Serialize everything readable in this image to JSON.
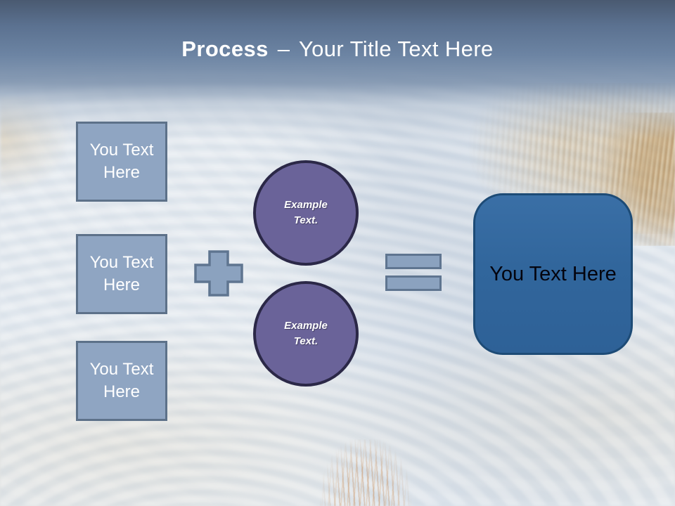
{
  "slide": {
    "title": {
      "emphasis": "Process",
      "separator": "–",
      "text": "Your Title Text Here"
    }
  },
  "diagram": {
    "input_boxes": [
      {
        "label": "You Text Here"
      },
      {
        "label": "You Text Here"
      },
      {
        "label": "You Text Here"
      }
    ],
    "circles": [
      {
        "label": "Example Text."
      },
      {
        "label": "Example Text."
      }
    ],
    "result_box": {
      "label": "You Text Here"
    },
    "icons": {
      "plus": "plus-cross-shape",
      "equals": "equals-bars-shape"
    }
  },
  "colors": {
    "header_top": "#4a5a71",
    "header_mid": "#6c84a3",
    "title_text": "#ffffff",
    "box_fill": "#8fa5c2",
    "box_border": "#5d7189",
    "operator_fill": "#8ba2bf",
    "operator_border": "#5f7590",
    "circle_fill": "#6a6399",
    "circle_border": "#2b2847",
    "result_fill": "#31669c",
    "result_border": "#1d4b76",
    "result_text": "#04040e"
  }
}
